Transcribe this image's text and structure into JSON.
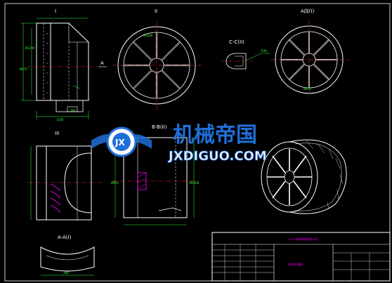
{
  "views": {
    "front_label": "I",
    "top_label": "II",
    "a_view_label": "A向(I)",
    "section_c_label": "C-C(II)",
    "section_b_label": "B-B(II)",
    "section_a_label": "A-A(I)",
    "side_label": "III",
    "arrow_a_label": "A"
  },
  "title_block": {
    "company_line": "×××风机制造有限公司",
    "drawing_title": "风扇导流器"
  },
  "watermark": {
    "chinese": "机械帝国",
    "english": "JXDIGUO.COM",
    "logo_text": "JX"
  },
  "colors": {
    "line": "#ffffff",
    "dimension": "#39ff39",
    "centerline": "#ff3030",
    "titleblock_text": "#ff00ff",
    "frame": "#ffffff",
    "watermark": "#1f6fd8"
  }
}
